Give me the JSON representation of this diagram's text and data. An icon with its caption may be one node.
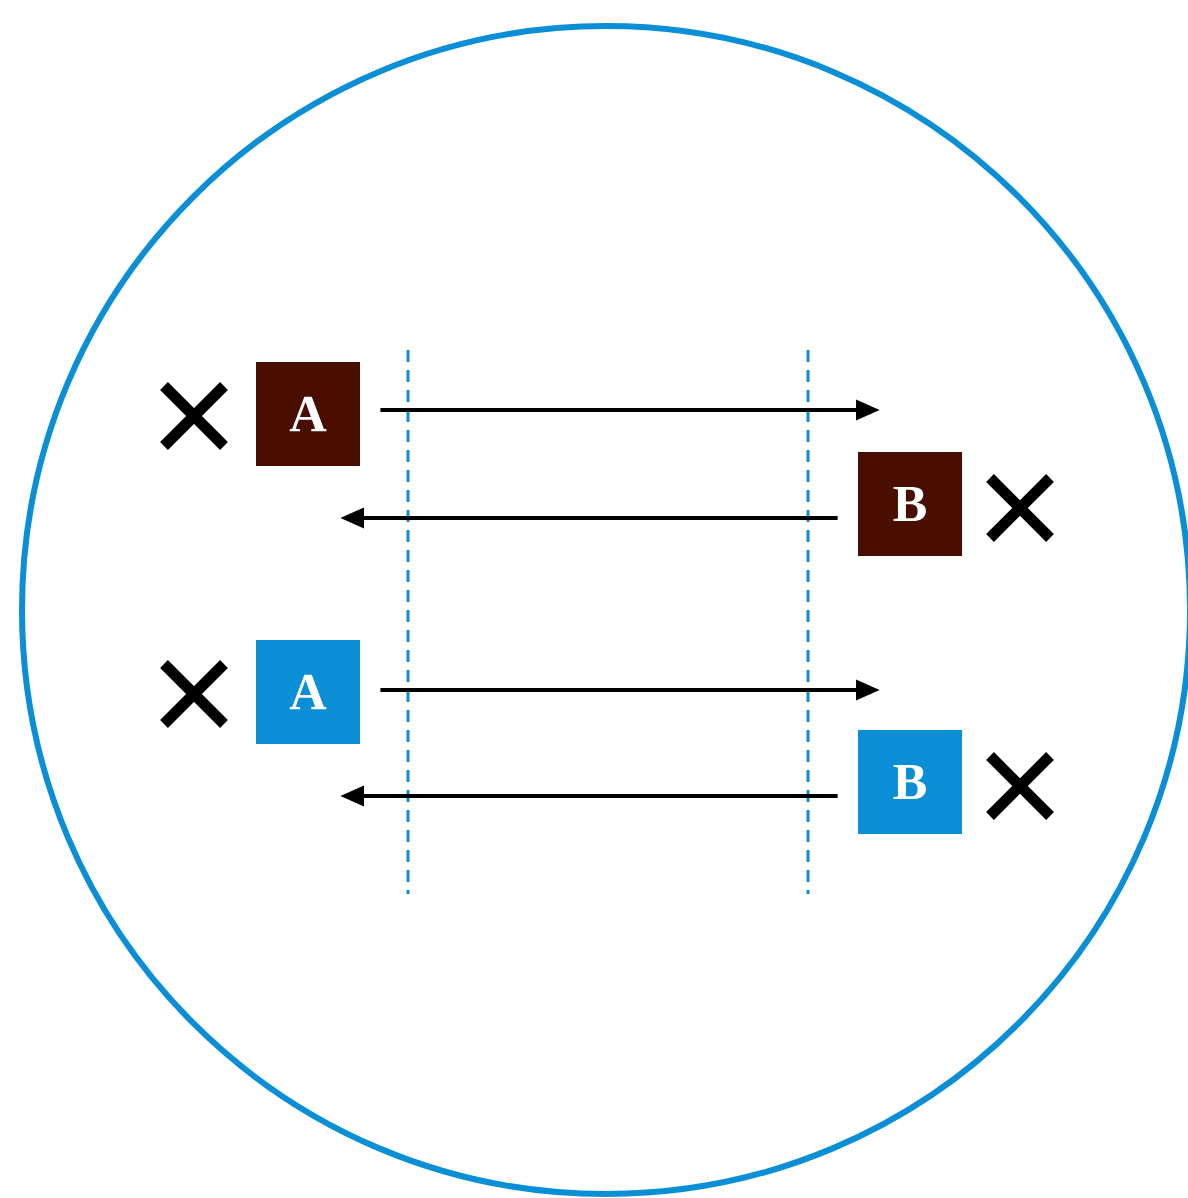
{
  "diagram": {
    "nodes": [
      {
        "text": [
          "A"
        ]
      },
      {
        "text": [
          "B"
        ]
      },
      {
        "text": [
          "A"
        ]
      },
      {
        "text": [
          "B"
        ]
      }
    ],
    "edges": [
      {
        "from": 0,
        "to": null,
        "arrow": "to"
      },
      {
        "from": 1,
        "to": null,
        "arrow": "to"
      },
      {
        "from": 2,
        "to": null,
        "arrow": "to"
      },
      {
        "from": 3,
        "to": null,
        "arrow": "to"
      }
    ]
  }
}
